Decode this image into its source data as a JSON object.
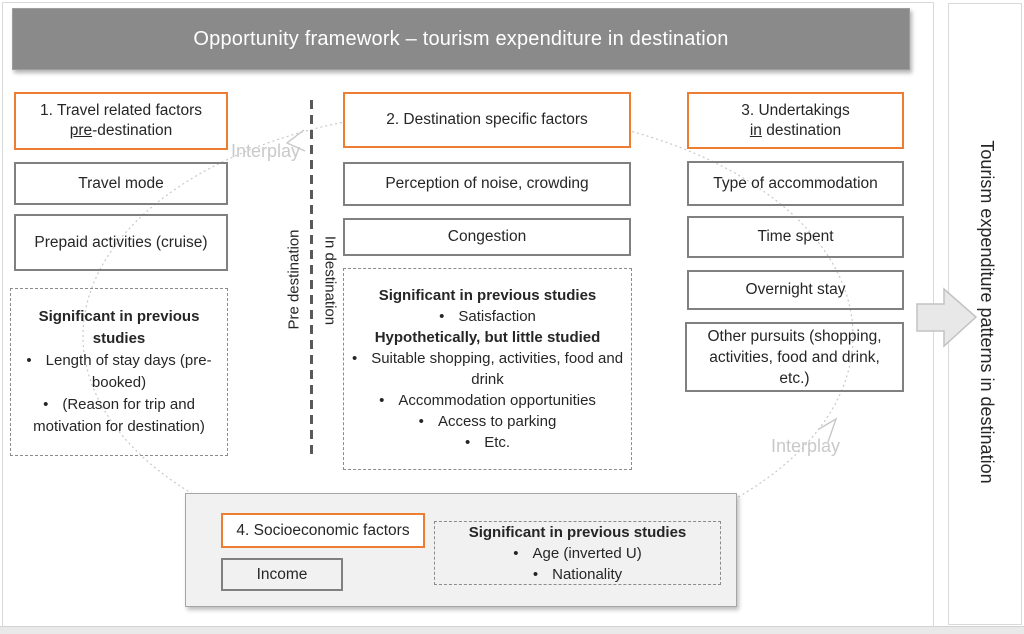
{
  "header": {
    "title": "Opportunity framework – tourism expenditure in destination"
  },
  "col1": {
    "title": {
      "line1": "1. Travel related factors",
      "underline": "pre",
      "suffix": "-destination"
    },
    "items": [
      "Travel mode",
      "Prepaid activities (cruise)"
    ],
    "studies": {
      "heading": "Significant in previous studies",
      "bullets": [
        "Length of stay days (pre-booked)",
        "(Reason for trip and motivation for destination)"
      ]
    }
  },
  "col2": {
    "title": "2. Destination specific factors",
    "items": [
      "Perception of noise, crowding",
      "Congestion"
    ],
    "studies": {
      "heading1": "Significant in previous studies",
      "bullets1": [
        "Satisfaction"
      ],
      "heading2": "Hypothetically, but little studied",
      "bullets2": [
        "Suitable shopping, activities, food and drink",
        "Accommodation opportunities",
        "Access to parking",
        "Etc."
      ]
    }
  },
  "col3": {
    "title": {
      "line1": "3. Undertakings",
      "underline": "in",
      "suffix": " destination"
    },
    "items": [
      "Type of accommodation",
      "Time spent",
      "Overnight stay",
      "Other pursuits (shopping, activities, food and drink, etc.)"
    ]
  },
  "bottom": {
    "title": "4. Socioeconomic factors",
    "items": [
      "Income"
    ],
    "studies": {
      "heading": "Significant in previous studies",
      "bullets": [
        "Age (inverted U)",
        "Nationality"
      ]
    }
  },
  "divider": {
    "left_label": "Pre destination",
    "right_label": "In destination"
  },
  "interplay": {
    "top": "Interplay",
    "bottom": "Interplay"
  },
  "right_panel": {
    "label": "Tourism expenditure patterns in destination"
  },
  "colors": {
    "accent_orange": "#ED7D31",
    "header_gray": "#8A8A8A",
    "interplay_gray": "#C9C9C9",
    "ellipse_gray": "#C8C8C8"
  }
}
